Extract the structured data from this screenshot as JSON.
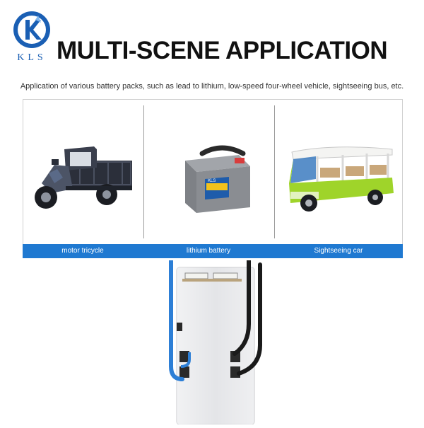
{
  "brand": {
    "logo_text": "KLS"
  },
  "header": {
    "title": "MULTI-SCENE APPLICATION",
    "subtitle": "Application of various battery packs, such as lead to lithium, low-speed four-wheel vehicle, sightseeing bus, etc."
  },
  "applications": [
    {
      "label": "motor tricycle",
      "icon": "motor-tricycle-image"
    },
    {
      "label": "lithium battery",
      "icon": "lithium-battery-image",
      "battery_label": "KLS"
    },
    {
      "label": "Sightseeing car",
      "icon": "sightseeing-car-image"
    }
  ],
  "colors": {
    "brand_blue": "#1f79d1",
    "logo_blue": "#1a5fb4",
    "cart_green": "#9fd42a",
    "battery_grey": "#8a8d92",
    "battery_label_yellow": "#f2c21b"
  },
  "product": {
    "icon": "bms-protection-board-image",
    "wire_colors": [
      "#2d7fd6",
      "#1a1a1a"
    ]
  }
}
